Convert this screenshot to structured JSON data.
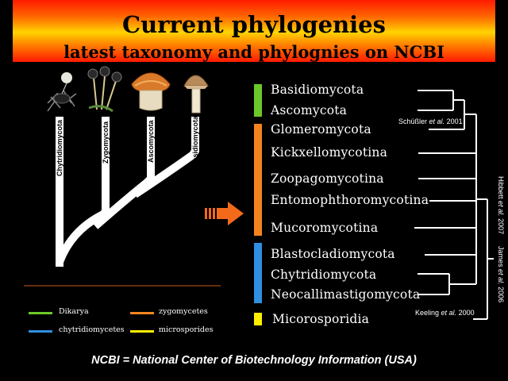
{
  "title": "Current phylogenies",
  "subtitle": "latest taxonomy and phylognies on NCBI",
  "taxa": [
    {
      "label": "Basidiomycota"
    },
    {
      "label": "Ascomycota"
    },
    {
      "label": "Glomeromycota"
    },
    {
      "label": "Kickxellomycotina"
    },
    {
      "label": "Zoopagomycotina"
    },
    {
      "label": "Entomophthoromycotina"
    },
    {
      "label": "Mucoromycotina"
    },
    {
      "label": "Blastocladiomycota"
    },
    {
      "label": "Chytridiomycota"
    },
    {
      "label": "Neocallimastigomycota"
    },
    {
      "label": "Micorosporidia"
    }
  ],
  "group_colors": {
    "dikarya": "#6cc82a",
    "zygomycetes": "#f5841f",
    "chytridiomycetes": "#2f8fe0",
    "microsporides": "#ffee00"
  },
  "citations": {
    "schussler": {
      "author": "Schüßler",
      "etal": "et al.",
      "year": "2001"
    },
    "keeling": {
      "author": "Keeling",
      "etal": "et al.",
      "year": "2000"
    },
    "hibbett": {
      "author": "Hibbett",
      "etal": "et al.",
      "year": "2007"
    },
    "james": {
      "author": "James",
      "etal": "et al.",
      "year": "2006"
    }
  },
  "left_tree": {
    "branches": [
      "Chytridiomycota",
      "Zygomycota",
      "Ascomycota",
      "Basidiomycota"
    ]
  },
  "legend": [
    {
      "label": "Dikarya",
      "color": "#6cc82a"
    },
    {
      "label": "zygomycetes",
      "color": "#f5841f"
    },
    {
      "label": "chytridiomycetes",
      "color": "#2f8fe0"
    },
    {
      "label": "microsporides",
      "color": "#ffee00"
    }
  ],
  "footer": "NCBI = National Center of Biotechnology Information (USA)"
}
